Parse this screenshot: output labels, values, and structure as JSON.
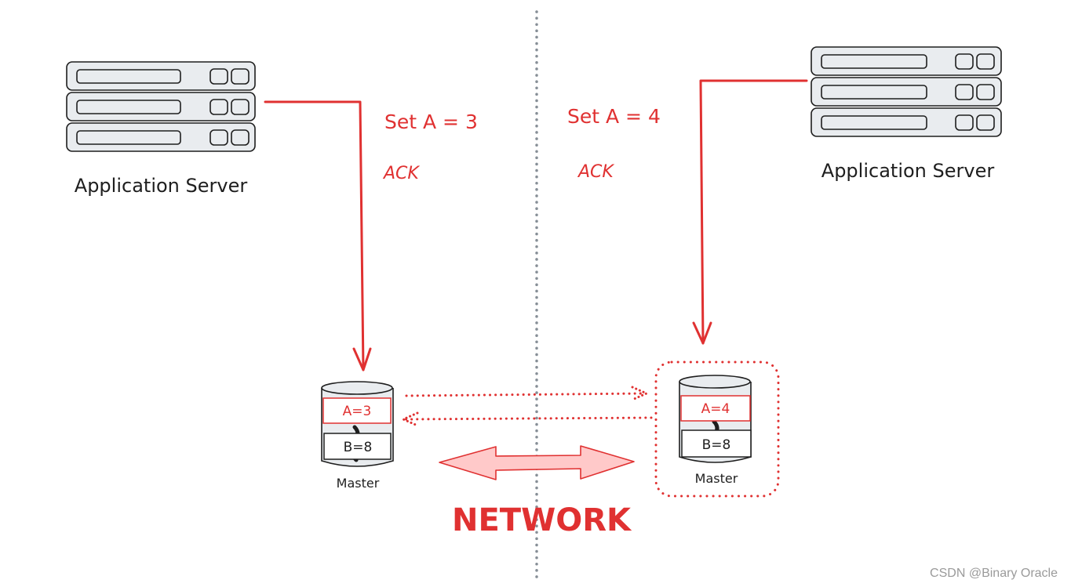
{
  "left_side": {
    "server_label": "Application Server",
    "message_set": "Set A = 3",
    "message_ack": "ACK",
    "db": {
      "cell_a": "A=3",
      "cell_b": "B=8",
      "label": "Master"
    }
  },
  "right_side": {
    "server_label": "Application Server",
    "message_set": "Set A = 4",
    "message_ack": "ACK",
    "db": {
      "cell_a": "A=4",
      "cell_b": "B=8",
      "label": "Master"
    }
  },
  "network_label": "NETWORK",
  "watermark": "CSDN @Binary Oracle",
  "colors": {
    "accent_red": "#e03131",
    "network_fill": "#ffc9c9",
    "server_fill": "#e9ecef",
    "stroke_dark": "#1e1e1e",
    "divider": "#868e96"
  }
}
